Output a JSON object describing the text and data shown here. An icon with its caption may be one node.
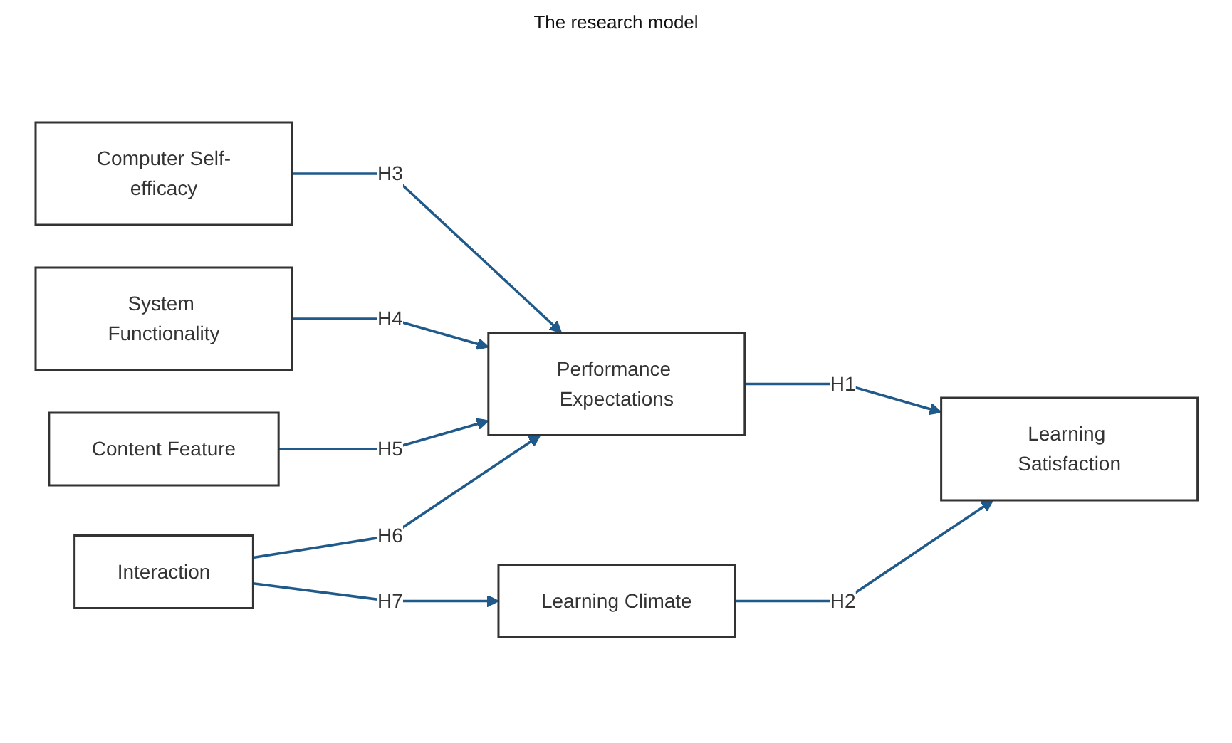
{
  "diagram": {
    "title": "The research model",
    "nodes": [
      {
        "text": [
          "Computer Self-efficacy"
        ]
      },
      {
        "text": [
          "System Functionality"
        ]
      },
      {
        "text": [
          "Content Feature"
        ]
      },
      {
        "text": [
          "Interaction"
        ]
      },
      {
        "text": [
          "Performance Expectations"
        ]
      },
      {
        "text": [
          "Learning Climate"
        ]
      },
      {
        "text": [
          "Learning Satisfaction"
        ]
      }
    ],
    "edges": [
      {
        "from": 0,
        "to": 4,
        "arrow": "to",
        "label": "H3"
      },
      {
        "from": 1,
        "to": 4,
        "arrow": "to",
        "label": "H4"
      },
      {
        "from": 2,
        "to": 4,
        "arrow": "to",
        "label": "H5"
      },
      {
        "from": 3,
        "to": 4,
        "arrow": "to",
        "label": "H6"
      },
      {
        "from": 3,
        "to": 5,
        "arrow": "to",
        "label": "H7"
      },
      {
        "from": 4,
        "to": 6,
        "arrow": "to",
        "label": "H1"
      },
      {
        "from": 5,
        "to": 6,
        "arrow": "to",
        "label": "H2"
      }
    ]
  }
}
